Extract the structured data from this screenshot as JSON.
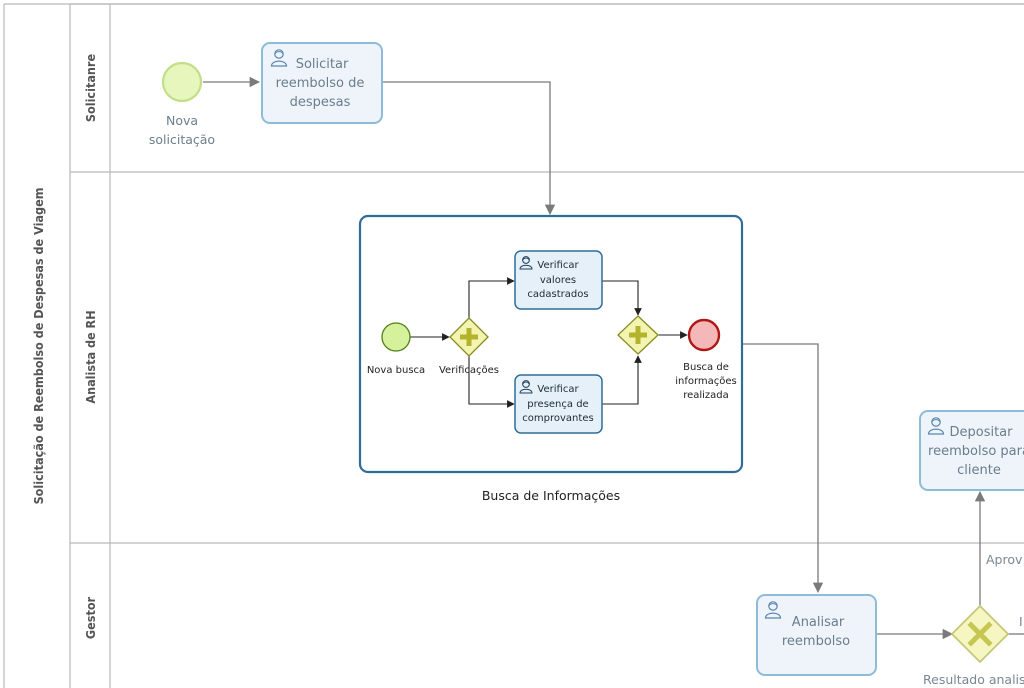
{
  "diagram": {
    "pool": {
      "label": "Solicitação de Reembolso de Despesas de Viagem"
    },
    "lanes": [
      {
        "id": "lane-solicitante",
        "label": "Solicitanre"
      },
      {
        "id": "lane-analista",
        "label": "Analista de RH"
      },
      {
        "id": "lane-gestor",
        "label": "Gestor"
      }
    ],
    "tasks": {
      "solicitar": {
        "lines": [
          "Solicitar",
          "reembolso de",
          "despesas"
        ]
      },
      "analisar": {
        "lines": [
          "Analisar",
          "reembolso"
        ]
      },
      "depositar": {
        "lines": [
          "Depositar",
          "reembolso para",
          "cliente"
        ]
      }
    },
    "subprocess": {
      "caption": "Busca de Informações",
      "tasks": {
        "verificar_valores": {
          "lines": [
            "Verificar",
            "valores",
            "cadastrados"
          ]
        },
        "verificar_presenca": {
          "lines": [
            "Verificar",
            "presença de",
            "comprovantes"
          ]
        }
      },
      "start_label": "Nova busca",
      "gateway_label": "Verificações",
      "end_label": [
        "Busca de",
        "informações",
        "realizada"
      ]
    },
    "events": {
      "start": {
        "lines": [
          "Nova",
          "solicitação"
        ]
      }
    },
    "gateways": {
      "resultado": {
        "label": "Resultado analis"
      }
    },
    "flow_labels": {
      "aprovado": "Aprov",
      "other": "I"
    },
    "colors": {
      "lane_border": "#b9b9b9",
      "task_stroke": "#7fb2d3",
      "task_fill": "#eef4fa",
      "inner_task_stroke": "#2f6d99",
      "inner_task_fill": "#e6f0f8",
      "subprocess_stroke": "#2f6d99",
      "start_fill": "#e3f5b7",
      "start_stroke": "#b7d97c",
      "inner_start_fill": "#d8f2a0",
      "inner_start_stroke": "#5a8a1e",
      "end_fill": "#f2b4b4",
      "end_stroke": "#b21a1a",
      "gateway_fill": "#f3f3b0",
      "gateway_stroke": "#8a8a1e",
      "gateway_mark": "#b9b93a",
      "flow": "#555555",
      "flow_light": "#7a7a7a"
    }
  }
}
